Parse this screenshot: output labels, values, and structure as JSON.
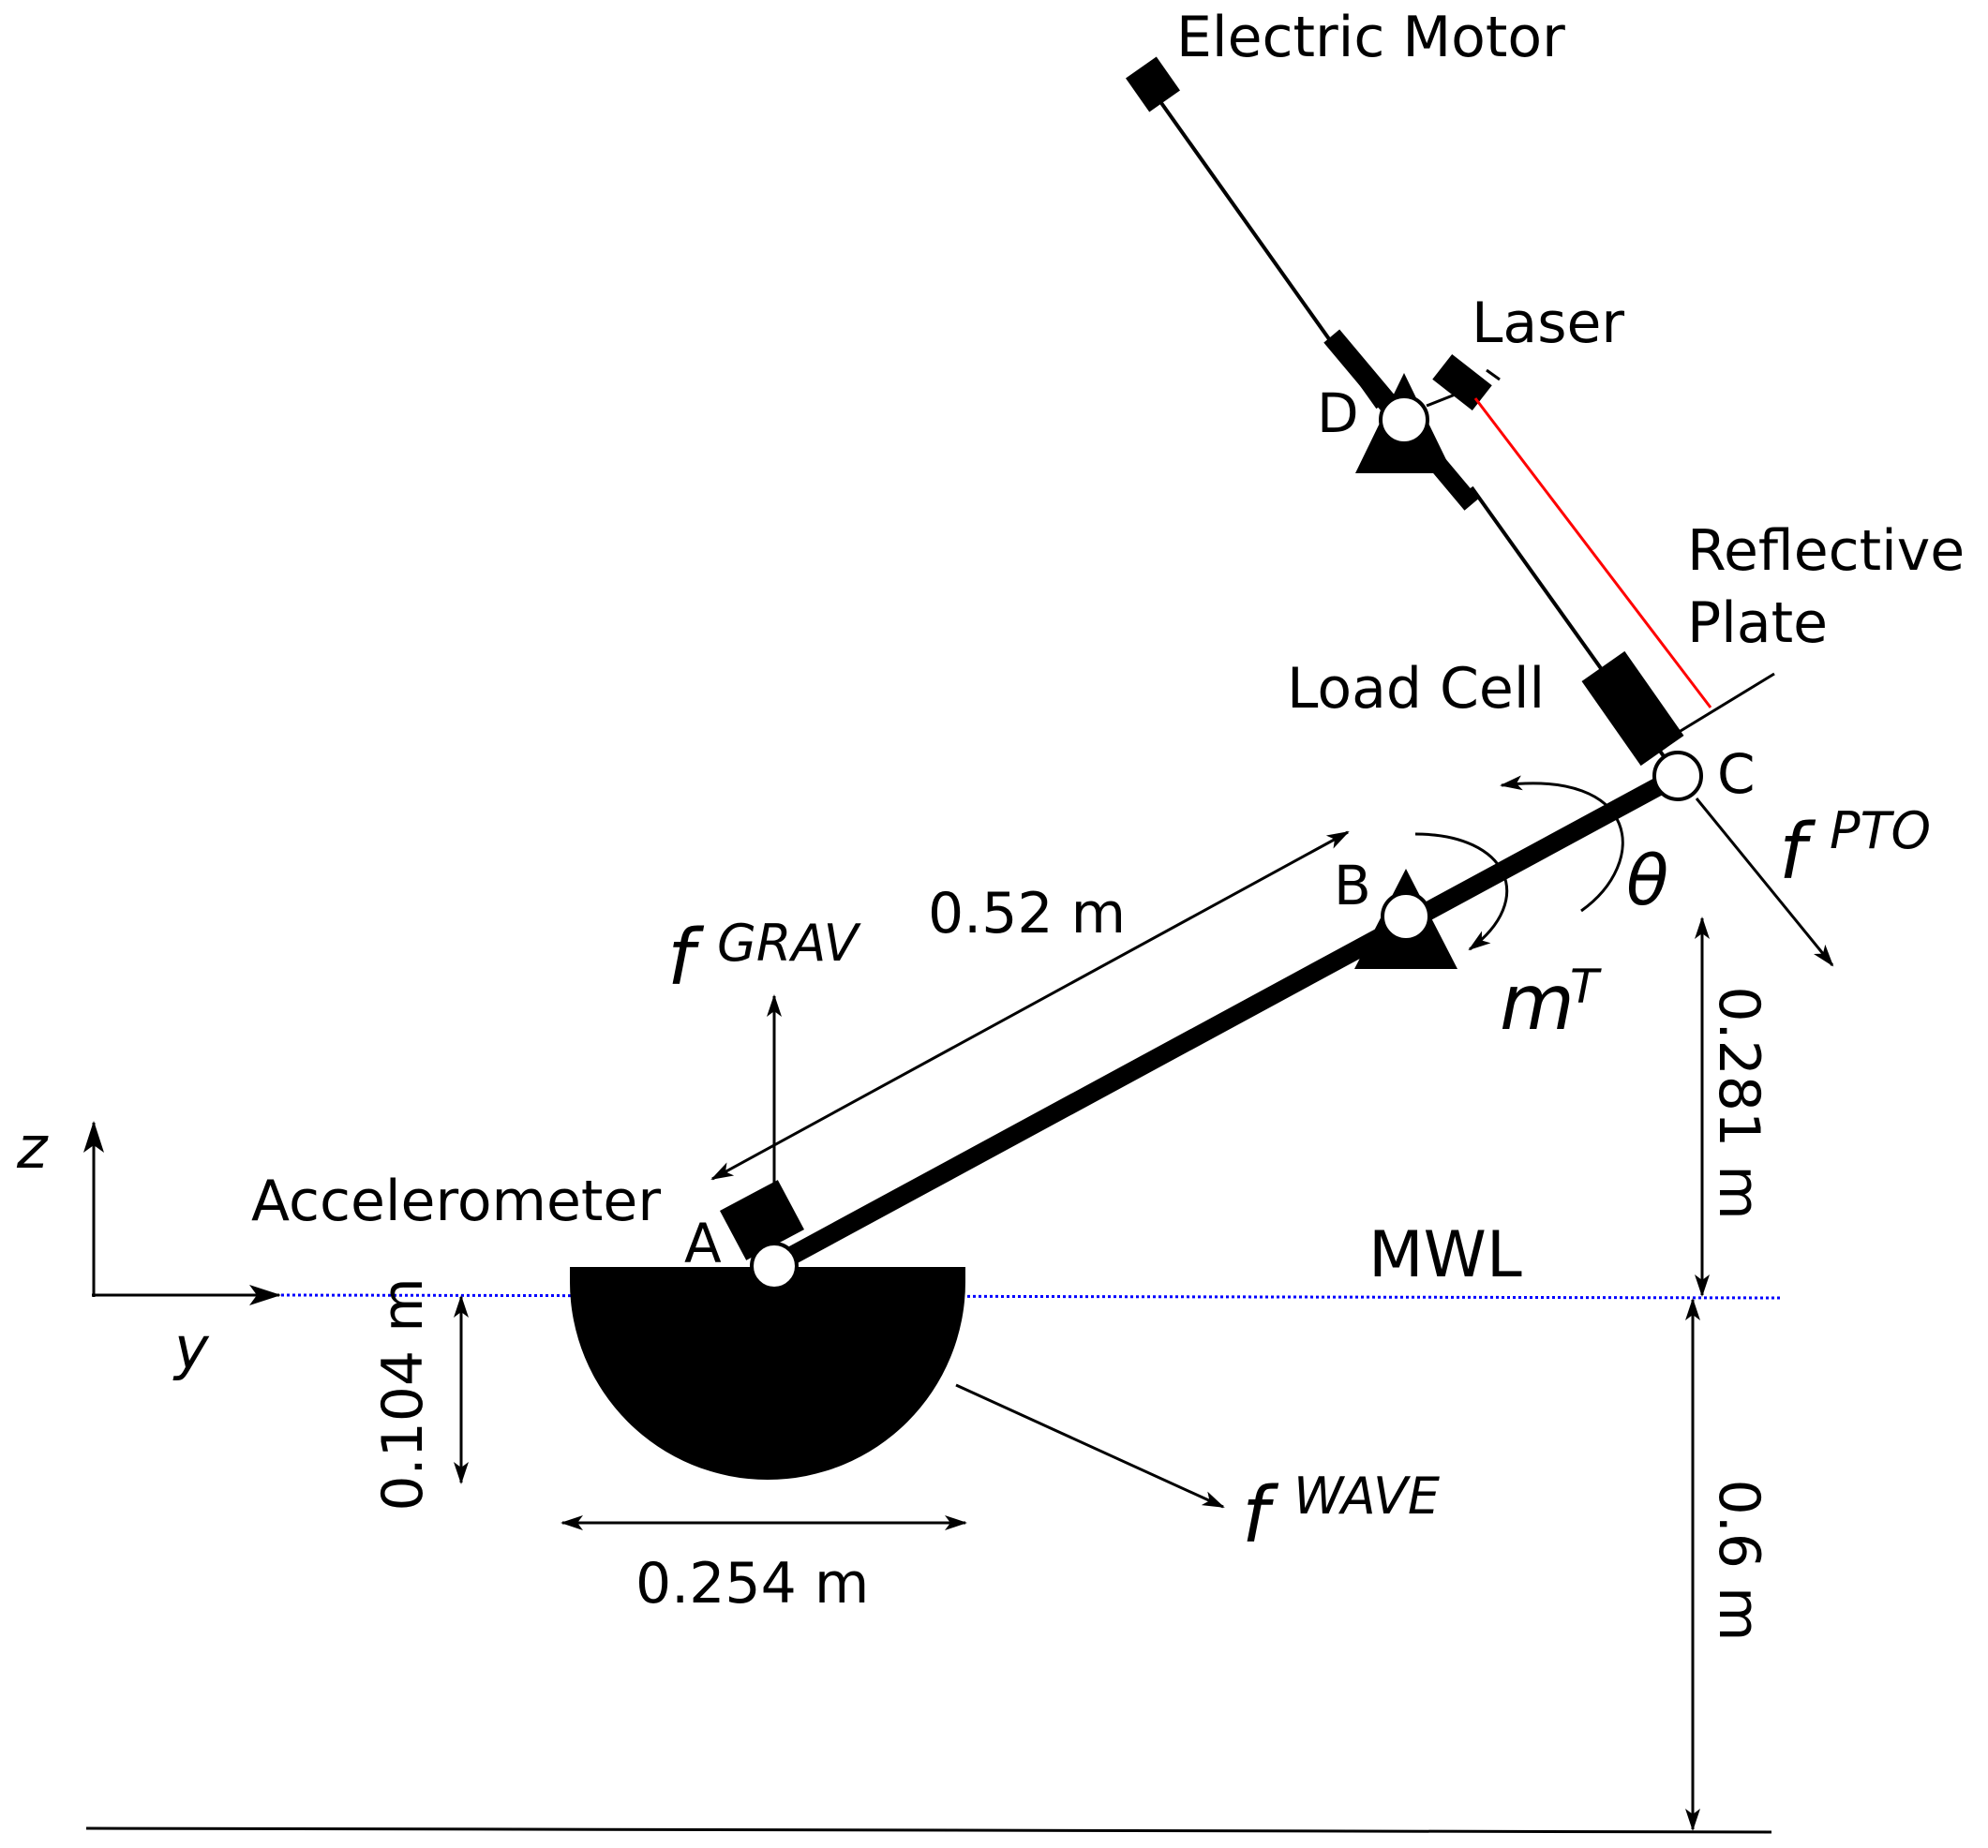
{
  "labels": {
    "electric_motor": "Electric Motor",
    "laser": "Laser",
    "reflective_plate_line1": "Reflective",
    "reflective_plate_line2": "Plate",
    "load_cell": "Load Cell",
    "accelerometer": "Accelerometer",
    "mwl": "MWL"
  },
  "points": {
    "a": "A",
    "b": "B",
    "c": "C",
    "d": "D"
  },
  "axes": {
    "z": "z",
    "y": "y"
  },
  "forces": {
    "grav_base": "f",
    "grav_sup": "GRAV",
    "pto_base": "f",
    "pto_sup": "PTO",
    "wave_base": "f",
    "wave_sup": "WAVE",
    "torque_base": "m",
    "torque_sup": "T",
    "theta": "θ"
  },
  "dimensions": {
    "arm_length": "0.52 m",
    "float_depth": "0.104 m",
    "float_width": "0.254 m",
    "pivot_height": "0.281 m",
    "water_depth": "0.6 m"
  },
  "colors": {
    "ink": "#000000",
    "laser_beam": "#ff0000",
    "water_line": "#0000ff",
    "background": "#ffffff"
  }
}
